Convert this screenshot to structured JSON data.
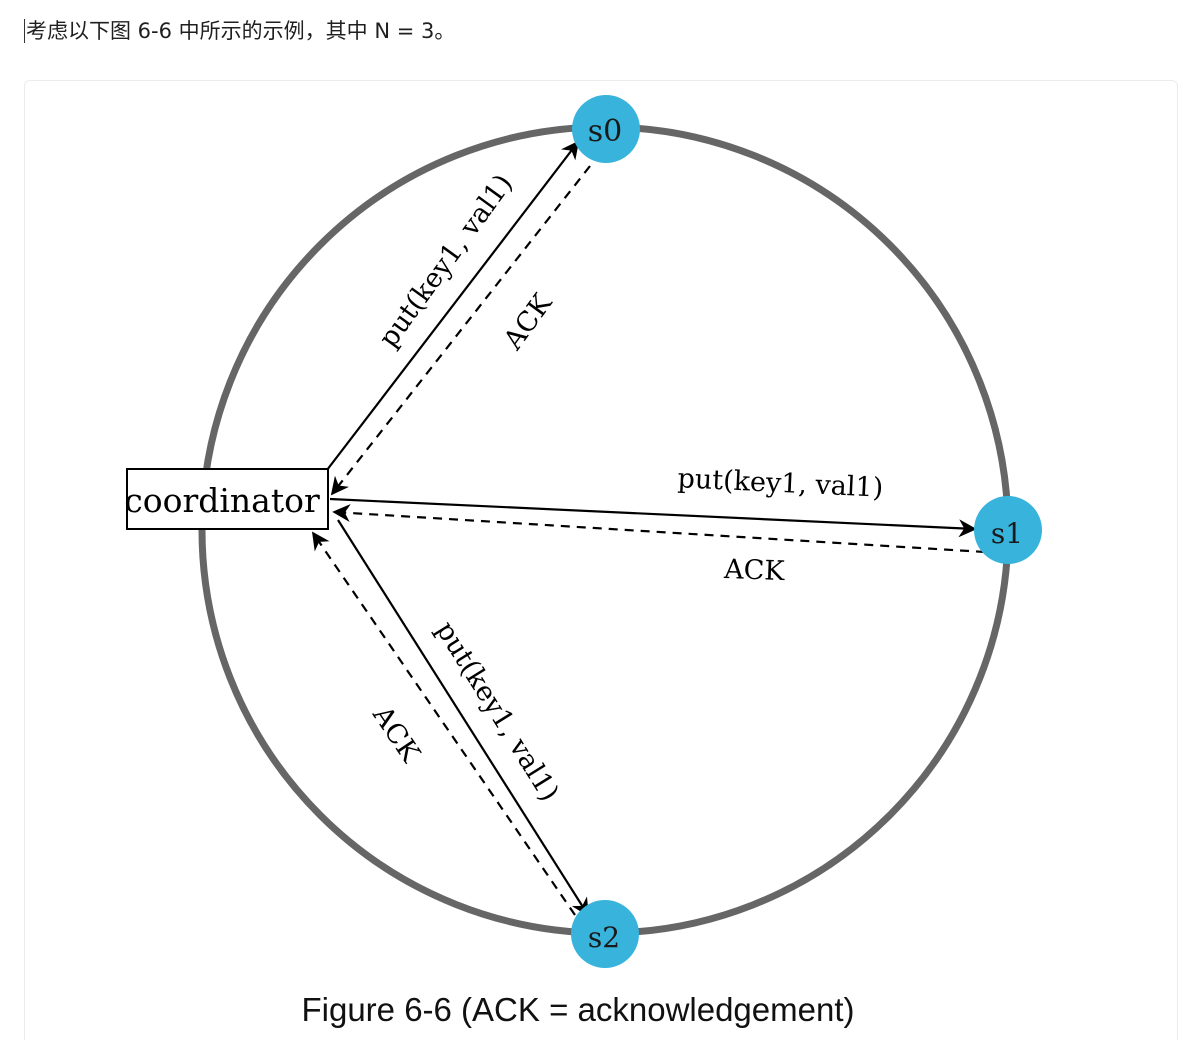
{
  "intro_text": "考虑以下图 6-6 中所示的示例，其中 N = 3。",
  "diagram": {
    "coordinator_label": "coordinator",
    "nodes": {
      "s0": "s0",
      "s1": "s1",
      "s2": "s2"
    },
    "put_label": "put(key1, val1)",
    "ack_label": "ACK",
    "caption": "Figure 6-6 (ACK = acknowledgement)"
  },
  "colors": {
    "ring": "#666666",
    "node_fill": "#37b3dc",
    "arrow": "#000000",
    "text": "#000000"
  }
}
